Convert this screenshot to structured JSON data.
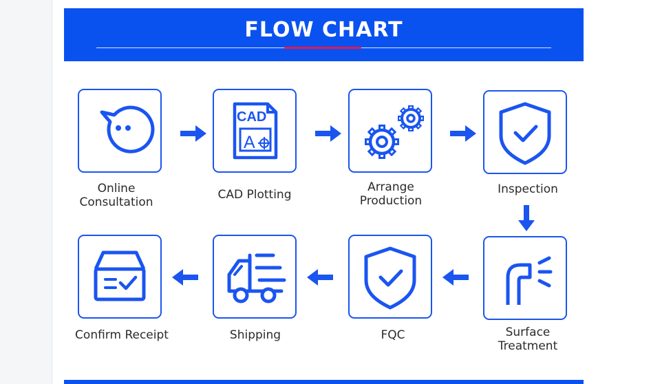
{
  "header": {
    "title": "FLOW CHART"
  },
  "steps": [
    {
      "label_line1": "Online",
      "label_line2": "Consultation",
      "icon": "chat-bubble-icon"
    },
    {
      "label": "CAD Plotting",
      "icon": "cad-file-icon",
      "icon_text_top": "CAD",
      "icon_text_letter": "A"
    },
    {
      "label_line1": "Arrange",
      "label_line2": "Production",
      "icon": "gears-icon"
    },
    {
      "label": "Inspection",
      "icon": "shield-check-icon"
    },
    {
      "label_line1": "Surface",
      "label_line2": "Treatment",
      "icon": "spray-nozzle-icon"
    },
    {
      "label": "FQC",
      "icon": "shield-check-icon"
    },
    {
      "label": "Shipping",
      "icon": "delivery-truck-icon"
    },
    {
      "label": "Confirm Receipt",
      "icon": "receipt-box-icon"
    }
  ],
  "colors": {
    "brand_blue": "#0a52f0",
    "accent_red": "#e8184c",
    "icon_blue": "#1a55f0"
  }
}
